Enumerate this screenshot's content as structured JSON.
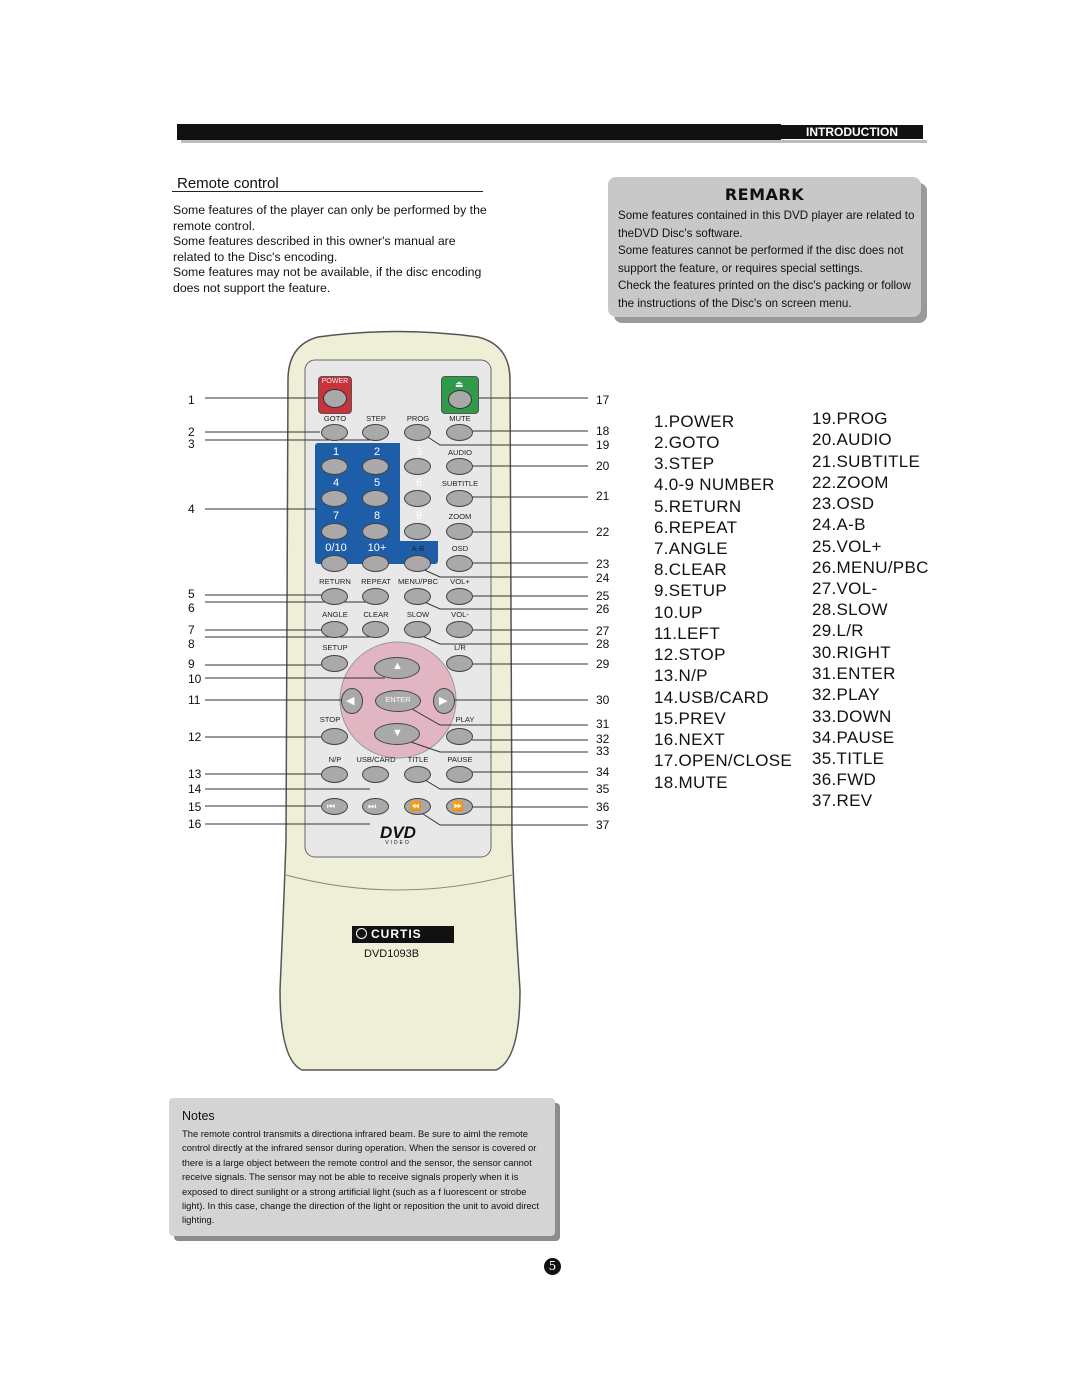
{
  "header": {
    "section_label": "INTRODUCTION"
  },
  "remote_section": {
    "title": "Remote control",
    "paragraphs": [
      "Some features of the player can only be performed by the remote control.",
      "Some features described in this owner's manual are related to the Disc's encoding.",
      "Some features may not be available,  if the disc encoding does not support the feature."
    ]
  },
  "remark": {
    "title": "REMARK",
    "paragraphs": [
      "Some features contained in this DVD player are related to theDVD Disc's software.",
      "Some features cannot be performed if the disc does not support the feature, or requires special settings.",
      "Check the features printed on the disc's packing or follow the instructions of the Disc's on screen menu."
    ]
  },
  "remote": {
    "power": "POWER",
    "labels_row1": [
      "GOTO",
      "STEP",
      "PROG",
      "MUTE"
    ],
    "numbers": [
      "1",
      "2",
      "3",
      "4",
      "5",
      "6",
      "7",
      "8",
      "9",
      "0/10",
      "10+"
    ],
    "side_labels": [
      "AUDIO",
      "SUBTITLE",
      "ZOOM",
      "A-B",
      "OSD"
    ],
    "labels_row_a": [
      "RETURN",
      "REPEAT",
      "MENU/PBC",
      "VOL+"
    ],
    "labels_row_b": [
      "ANGLE",
      "CLEAR",
      "SLOW",
      "VOL-"
    ],
    "setup": "SETUP",
    "lr": "L/R",
    "enter": "ENTER",
    "stop": "STOP",
    "play": "PLAY",
    "labels_row_c": [
      "N/P",
      "USB/CARD",
      "TITLE",
      "PAUSE"
    ],
    "transport_icons": [
      "prev-icon",
      "next-icon",
      "rev-icon",
      "fwd-icon"
    ],
    "logo_text": "DVD",
    "logo_sub": "VIDEO",
    "brand": "CURTIS",
    "model": "DVD1093B"
  },
  "callouts_left": [
    "1",
    "2",
    "3",
    "4",
    "5",
    "6",
    "7",
    "8",
    "9",
    "10",
    "11",
    "12",
    "13",
    "14",
    "15",
    "16"
  ],
  "callouts_right": [
    "17",
    "18",
    "19",
    "20",
    "21",
    "22",
    "23",
    "24",
    "25",
    "26",
    "27",
    "28",
    "29",
    "30",
    "31",
    "32",
    "33",
    "34",
    "35",
    "36",
    "37"
  ],
  "legend_col1": [
    "1.POWER",
    "2.GOTO",
    "3.STEP",
    "4.0-9 NUMBER",
    "5.RETURN",
    "6.REPEAT",
    "7.ANGLE",
    "8.CLEAR",
    "9.SETUP",
    "10.UP",
    "11.LEFT",
    "12.STOP",
    "13.N/P",
    "14.USB/CARD",
    "15.PREV",
    "16.NEXT",
    "17.OPEN/CLOSE",
    "18.MUTE"
  ],
  "legend_col2": [
    "19.PROG",
    "20.AUDIO",
    "21.SUBTITLE",
    "22.ZOOM",
    "23.OSD",
    "24.A-B",
    "25.VOL+",
    "26.MENU/PBC",
    "27.VOL-",
    "28.SLOW",
    "29.L/R",
    "30.RIGHT",
    "31.ENTER",
    "32.PLAY",
    "33.DOWN",
    "34.PAUSE",
    "35.TITLE",
    "36.FWD",
    "37.REV"
  ],
  "notes": {
    "title": "Notes",
    "text": "The remote control transmits a directiona infrared beam. Be sure to aiml the remote control directly at the infrared sensor during operation. When the sensor is covered or there is a large object between the remote control and the sensor, the sensor cannot receive signals. The sensor may not be able to receive signals properly when it is exposed to direct sunlight or a strong artificial light (such as a f luorescent or strobe light). In this case, change the direction of the light or reposition the unit to avoid direct lighting."
  },
  "page_number": "5"
}
